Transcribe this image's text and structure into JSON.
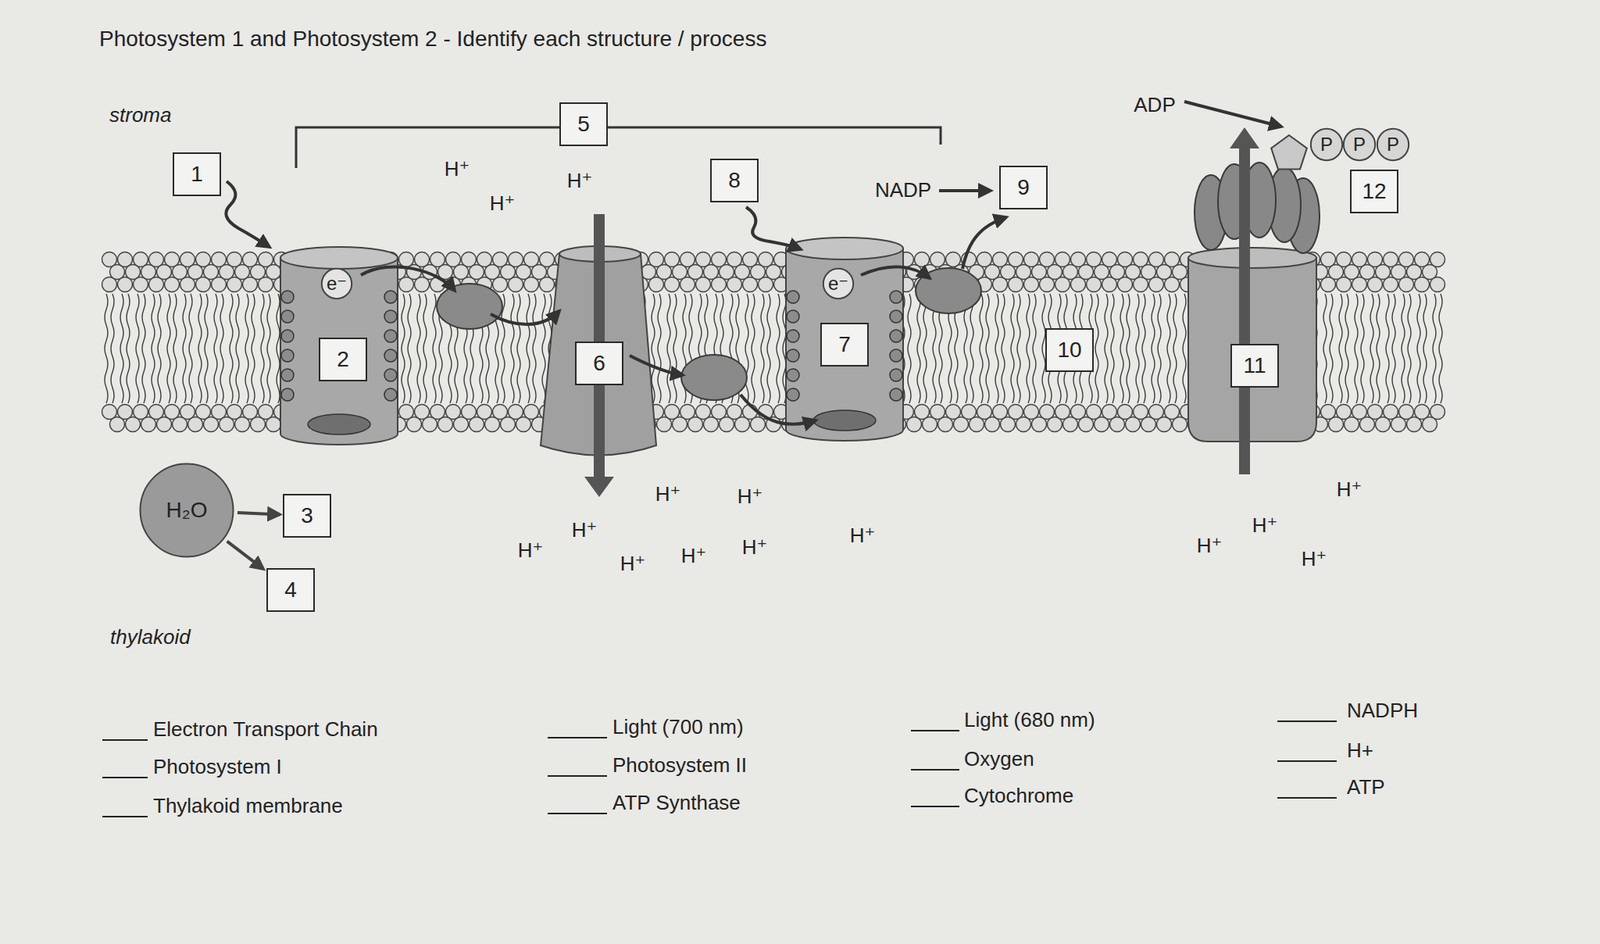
{
  "diagram": {
    "title": "Photosystem 1 and Photosystem 2 - Identify each structure / process",
    "nodes": [
      {
        "text": [
          "1"
        ]
      },
      {
        "text": [
          "5"
        ]
      },
      {
        "text": [
          "8"
        ]
      },
      {
        "text": [
          "9"
        ]
      },
      {
        "text": [
          "P"
        ]
      },
      {
        "text": [
          "P"
        ]
      },
      {
        "text": [
          "P"
        ]
      },
      {
        "text": [
          "12"
        ]
      },
      {
        "text": [
          "e⁻"
        ]
      },
      {
        "text": [
          "2"
        ]
      },
      {
        "text": [
          "e⁻"
        ]
      },
      {
        "text": [
          "7"
        ]
      },
      {
        "text": [
          "6"
        ]
      },
      {
        "text": [
          "10"
        ]
      },
      {
        "text": [
          "11"
        ]
      },
      {
        "text": [
          "H₂O"
        ]
      },
      {
        "text": [
          "3"
        ]
      },
      {
        "text": [
          "4"
        ]
      }
    ],
    "edges": [
      {
        "from": 15,
        "to": 16,
        "arrow": "to"
      },
      {
        "from": 15,
        "to": 17,
        "arrow": "to"
      }
    ],
    "labels": [
      "stroma",
      "thylakoid",
      "ADP",
      "NADP",
      "H⁺",
      "H⁺",
      "H⁺",
      "H⁺",
      "H⁺",
      "H⁺",
      "H⁺",
      "H⁺",
      "H⁺",
      "H⁺",
      "H⁺",
      "H⁺",
      "H⁺",
      "H⁺",
      "H⁺",
      "Electron Transport Chain",
      "Light (700 nm)",
      "Light (680 nm)",
      "NADPH",
      "Photosystem I",
      "Photosystem II",
      "Oxygen",
      "H+",
      "Thylakoid membrane",
      "ATP Synthase",
      "Cytochrome",
      "ATP"
    ]
  }
}
